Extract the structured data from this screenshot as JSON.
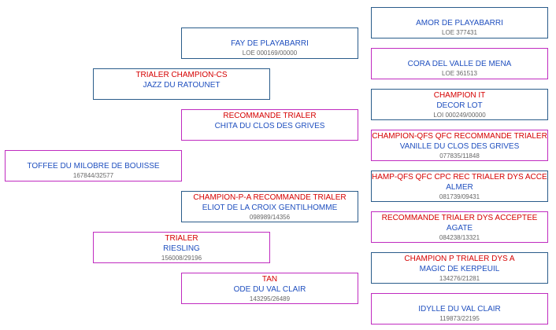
{
  "colors": {
    "male_border": "#2a5c8a",
    "female_border": "#c02bc0",
    "title_text": "#d50000",
    "name_text": "#1f4fbf",
    "reg_text": "#666666"
  },
  "pedigree": {
    "subject": {
      "title": "",
      "name": "TOFFEE DU MILOBRE DE BOUISSE",
      "reg": "167844/32577"
    },
    "sire": {
      "title": "TRIALER CHAMPION-CS",
      "name": "JAZZ DU RATOUNET",
      "reg": ""
    },
    "dam": {
      "title": "TRIALER",
      "name": "RIESLING",
      "reg": "156008/29196"
    },
    "sire_sire": {
      "title": "",
      "name": "FAY DE PLAYABARRI",
      "reg": "LOE 000169/00000"
    },
    "sire_dam": {
      "title": "RECOMMANDE TRIALER",
      "name": "CHITA DU CLOS DES GRIVES",
      "reg": ""
    },
    "dam_sire": {
      "title": "CHAMPION-P-A RECOMMANDE TRIALER",
      "name": "ELIOT DE LA CROIX GENTILHOMME",
      "reg": "098989/14356"
    },
    "dam_dam": {
      "title": "TAN",
      "name": "ODE DU VAL CLAIR",
      "reg": "143295/26489"
    },
    "gg1": {
      "title": "",
      "name": "AMOR DE PLAYABARRI",
      "reg": "LOE 377431"
    },
    "gg2": {
      "title": "",
      "name": "CORA DEL VALLE DE MENA",
      "reg": "LOE 361513"
    },
    "gg3": {
      "title": "CHAMPION IT",
      "name": "DECOR LOT",
      "reg": "LOI 000249/00000"
    },
    "gg4": {
      "title": "CHAMPION-QFS QFC RECOMMANDE TRIALER",
      "name": "VANILLE DU CLOS DES GRIVES",
      "reg": "077835/11848"
    },
    "gg5": {
      "title": "HAMP-QFS QFC CPC REC TRIALER DYS ACCEPTE",
      "name": "ALMER",
      "reg": "081739/09431"
    },
    "gg6": {
      "title": "RECOMMANDE TRIALER DYS ACCEPTEE",
      "name": "AGATE",
      "reg": "084238/13321"
    },
    "gg7": {
      "title": "CHAMPION P TRIALER DYS A",
      "name": "MAGIC DE KERPEUIL",
      "reg": "134276/21281"
    },
    "gg8": {
      "title": "",
      "name": "IDYLLE DU VAL CLAIR",
      "reg": "119873/22195"
    }
  }
}
